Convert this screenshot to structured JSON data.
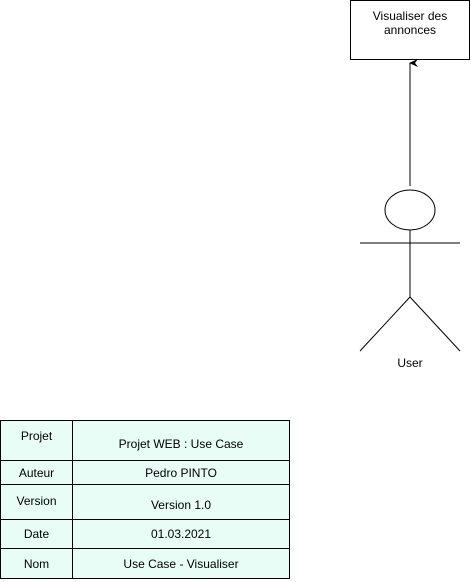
{
  "use_case": {
    "label": "Visualiser des annonces"
  },
  "actor": {
    "label": "User"
  },
  "info_table": {
    "rows": [
      {
        "key": "Projet",
        "value": "Projet WEB : Use Case"
      },
      {
        "key": "Auteur",
        "value": "Pedro PINTO"
      },
      {
        "key": "Version",
        "value": "Version 1.0"
      },
      {
        "key": "Date",
        "value": "01.03.2021"
      },
      {
        "key": "Nom",
        "value": "Use Case  - Visualiser"
      }
    ]
  },
  "colors": {
    "line": "#000000",
    "table_fill": "#e8fdf5",
    "background": "#ffffff"
  }
}
